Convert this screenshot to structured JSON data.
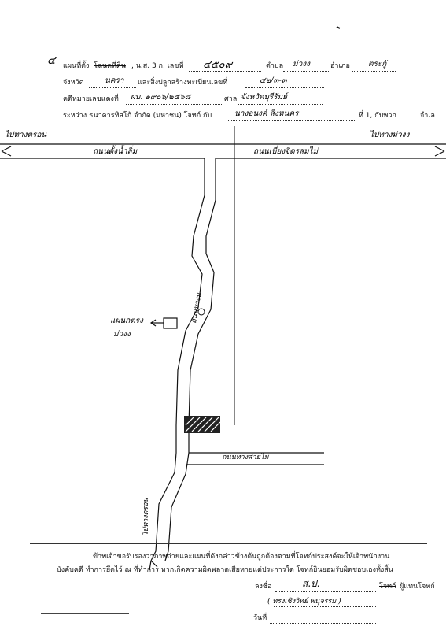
{
  "form": {
    "number_hw": "๔",
    "line1_a": "แผนที่ตั้ง",
    "line1_struck": "โฉนดที่ดิน",
    "line1_b": ", น.ส. 3 ก. เลขที่",
    "deed_no_hw": "๔๕๐๙",
    "line1_c": "ตำบล",
    "tambon_hw": "ม่วงง",
    "line1_d": "อำเภอ",
    "amphoe_hw": "ตระกัู",
    "line2_a": "จังหวัด",
    "province_hw": "นครา",
    "line2_b": "และสิ่งปลูกสร้างทะเบียนเลขที่",
    "reg_no_hw": "๔๒/๓-๓",
    "line3_a": "คดีหมายเลขแดงที่",
    "case_no_hw": "ผบ. ๑๙๐๖/๒๕๖๘",
    "line3_b": "ศาล",
    "court_hw": "จังหวัดบุรีรัมย์",
    "line4_a": "ระหว่าง ธนาคารทิสโก้ จำกัด (มหาชน) โจทก์ กับ",
    "defendant_hw": "นางอนงค์ สิงหนคร",
    "line4_b": "ที่ 1, กับพวก",
    "line4_c": "จำเล"
  },
  "map": {
    "label_left_arrow": "ไปทางตรอน",
    "label_right_arrow": "ไปทางม่วงง",
    "road_left": "ถนนตั้งน้ำลิ่ม",
    "road_right": "ถนนเบี่ยงจิตรสมไม่",
    "road_vertical": "ถนนบางน",
    "house_label_1": "แผนกตรง",
    "house_label_2": "ม่วงง",
    "road_bottom": "ถนนทางสายไม่",
    "label_down_arrow": "ไปทางตรอน"
  },
  "certification": {
    "line1": "ข้าพเจ้าขอรับรองว่าภาพถ่ายและแผนที่ดังกล่าวข้างต้นถูกต้องตามที่โจทก์ประสงค์จะให้เจ้าพนักงาน",
    "line2": "บังคับคดี ทำการยึดไว้ ณ ที่ทำการ หากเกิดความผิดพลาดเสียหายแต่ประการใด โจทก์ยินยอมรับผิดชอบเองทั้งสิ้น",
    "sign_label": "ลงชื่อ",
    "signature_hw": "ส.ป.",
    "signer_role_struck": "โจทก์",
    "signer_role": "ผู้แทนโจทก์",
    "signer_name_hw": "( ทรงเชิงวิทย์ พนุจรรม )",
    "date_label": "วันที่"
  }
}
